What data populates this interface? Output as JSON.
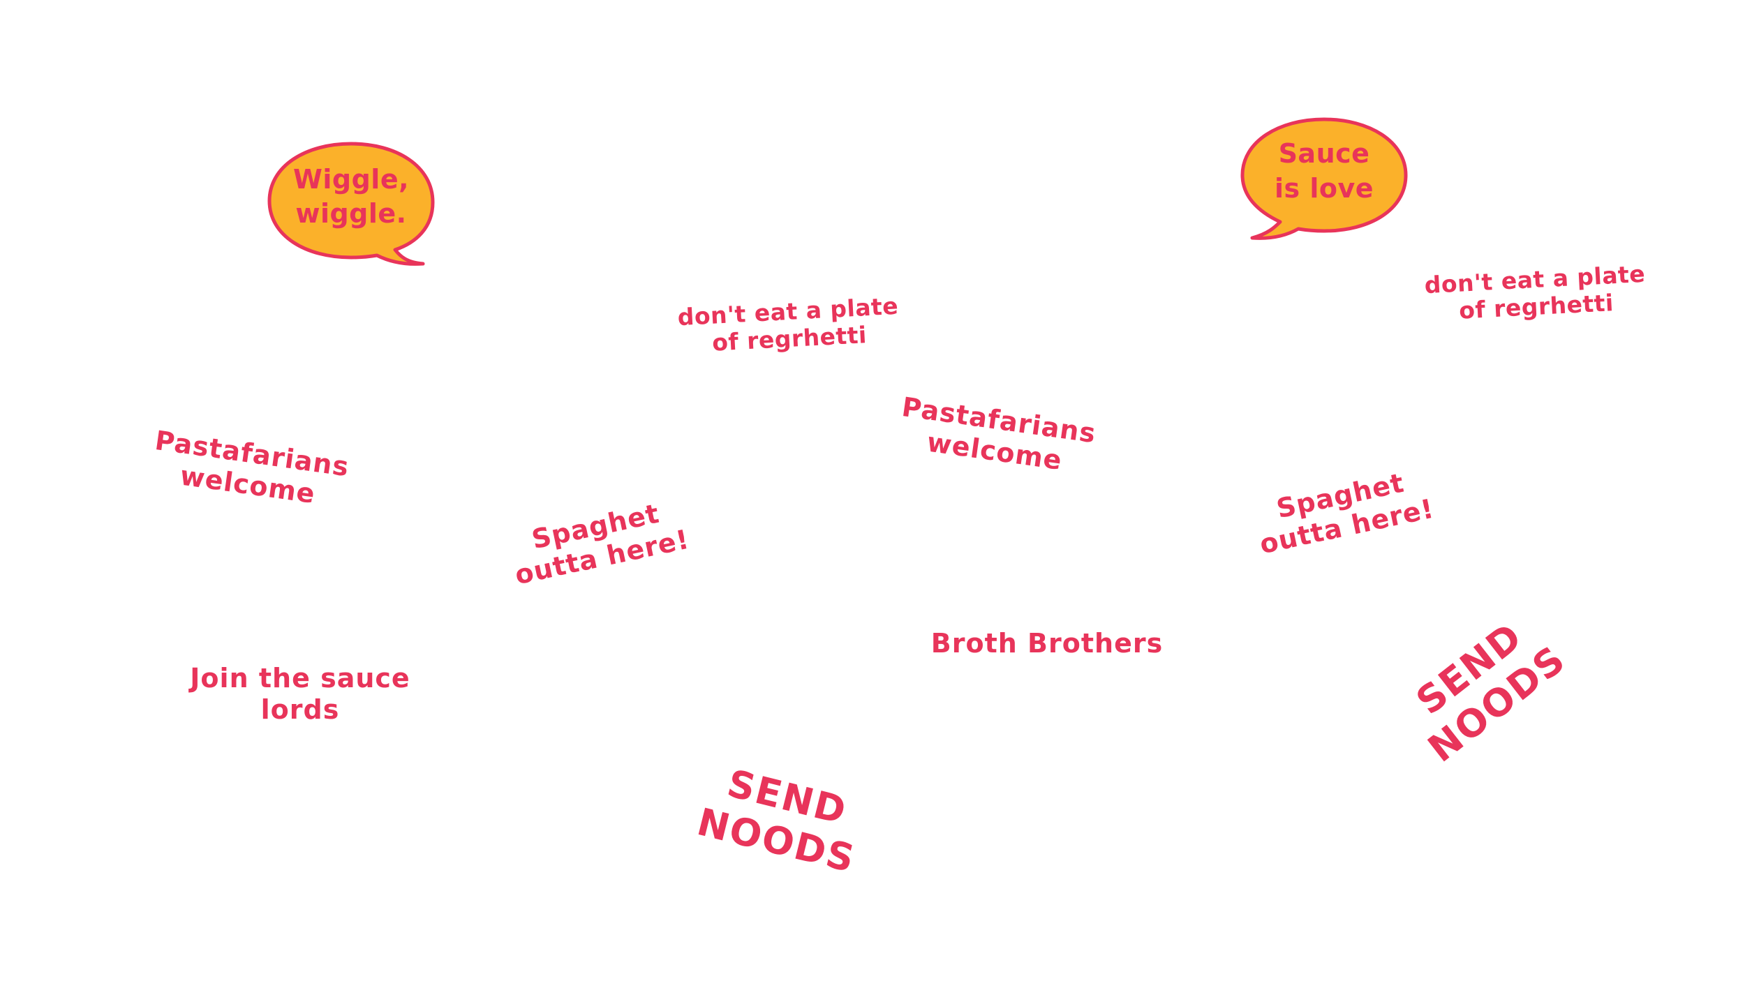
{
  "colors": {
    "text": "#e8345a",
    "bubble_fill": "#fbb12a",
    "bubble_stroke": "#e8345a",
    "background": "#ffffff"
  },
  "bubbles": [
    {
      "text": "Wiggle,\nwiggle."
    },
    {
      "text": "Sauce\nis love"
    }
  ],
  "stickers": {
    "regrhetti_left": "don't eat a plate\nof regrhetti",
    "regrhetti_right": "don't eat a plate\nof regrhetti",
    "pastafarians_left": "Pastafarians\nwelcome",
    "pastafarians_center": "Pastafarians\nwelcome",
    "spaghet_left": "Spaghet\noutta here!",
    "spaghet_right": "Spaghet\noutta here!",
    "sauce_lords": "Join the sauce lords",
    "broth_brothers": "Broth Brothers",
    "send_noods_bottom": "SEND NOODS",
    "send_noods_right": "SEND NOODS"
  }
}
